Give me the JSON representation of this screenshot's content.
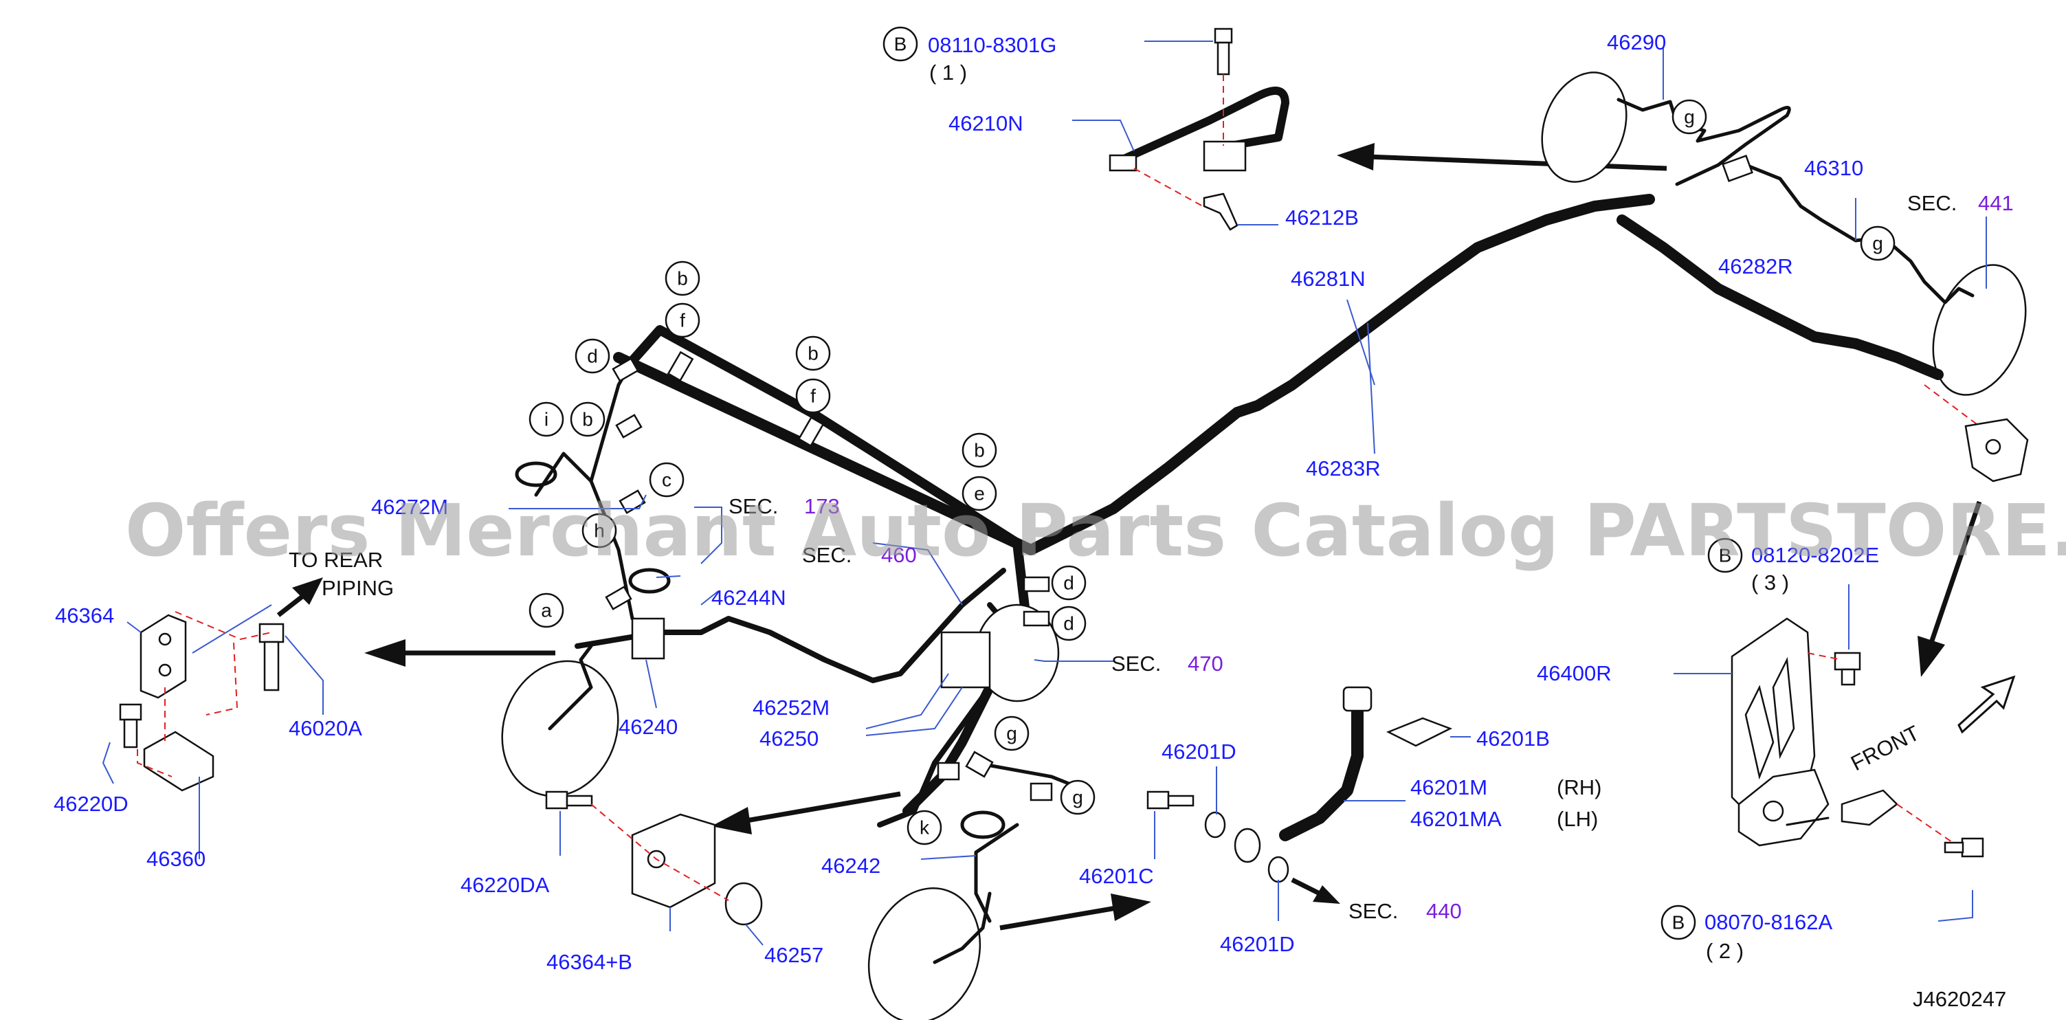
{
  "watermark": "Offers Merchant Auto Parts Catalog PARTSTORE.SA",
  "diagram_id": "J4620247",
  "labels": {
    "p46290": "46290",
    "p46310": "46310",
    "p46282R": "46282R",
    "p46281N": "46281N",
    "p46283R": "46283R",
    "p46210N": "46210N",
    "p46212B": "46212B",
    "bolt_top": "08110-8301G",
    "bolt_top_qty": "( 1 )",
    "sec441_prefix": "SEC.",
    "sec441_num": "441",
    "p46272M": "46272M",
    "sec173_prefix": "SEC.",
    "sec173_num": "173",
    "sec460_prefix": "SEC.",
    "sec460_num": "460",
    "sec470_prefix": "SEC.",
    "sec470_num": "470",
    "to_rear_1": "TO  REAR",
    "to_rear_2": "PIPING",
    "p46364": "46364",
    "p46020A": "46020A",
    "p46220D": "46220D",
    "p46360": "46360",
    "p46244N": "46244N",
    "p46240": "46240",
    "p46252M": "46252M",
    "p46250": "46250",
    "p46242": "46242",
    "p46220DA": "46220DA",
    "p46364B": "46364+B",
    "p46257": "46257",
    "p46201D_a": "46201D",
    "p46201C": "46201C",
    "p46201D_b": "46201D",
    "p46201B": "46201B",
    "p46201M": "46201M",
    "p46201MA": "46201MA",
    "rh": "(RH)",
    "lh": "(LH)",
    "sec440_prefix": "SEC.",
    "sec440_num": "440",
    "bolt_mid": "08120-8202E",
    "bolt_mid_qty": "( 3 )",
    "p46400R": "46400R",
    "front": "FRONT",
    "bolt_bot": "08070-8162A",
    "bolt_bot_qty": "( 2 )"
  },
  "circle_letters": {
    "B_top": "B",
    "B_mid": "B",
    "B_bot": "B",
    "g1": "g",
    "g2": "g",
    "g3": "g",
    "b1": "b",
    "f1": "f",
    "d1": "d",
    "b2": "b",
    "f2": "f",
    "i1": "i",
    "b3": "b",
    "c1": "c",
    "b4": "b",
    "e1": "e",
    "h1": "h",
    "a1": "a",
    "d2": "d",
    "d3": "d",
    "k1": "k"
  },
  "colors": {
    "part_number": "#1a1aff",
    "section_number": "#7a1ee0",
    "leader": "#3a5ad0",
    "centerline": "#e02020",
    "line": "#111111"
  }
}
